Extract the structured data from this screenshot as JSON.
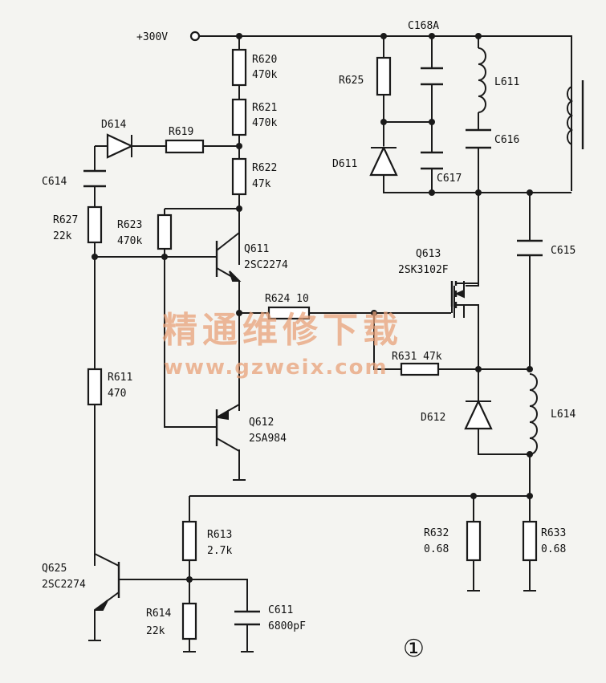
{
  "labels": {
    "v300": "+300V",
    "c168a": "C168A",
    "r620": "R620",
    "r620_val": "470k",
    "r621": "R621",
    "r621_val": "470k",
    "r622": "R622",
    "r622_val": "47k",
    "d614": "D614",
    "r619": "R619",
    "c614": "C614",
    "r627": "R627",
    "r627_val": "22k",
    "r623": "R623",
    "r623_val": "470k",
    "q611": "Q611",
    "q611_type": "2SC2274",
    "r625": "R625",
    "l611": "L611",
    "c616": "C616",
    "d611": "D611",
    "c617": "C617",
    "c615": "C615",
    "q613": "Q613",
    "q613_type": "2SK3102F",
    "r624": "R624  10",
    "r631": "R631  47k",
    "d612": "D612",
    "l614": "L614",
    "r611": "R611",
    "r611_val": "470",
    "q612": "Q612",
    "q612_type": "2SA984",
    "r613": "R613",
    "r613_val": "2.7k",
    "r632": "R632",
    "r632_val": "0.68",
    "r633": "R633",
    "r633_val": "0.68",
    "q625": "Q625",
    "q625_type": "2SC2274",
    "r614": "R614",
    "r614_val": "22k",
    "c611": "C611",
    "c611_val": "6800pF"
  },
  "figure_number": "①",
  "watermark": {
    "title": "精通维修下载",
    "url": "www.gzweix.com"
  }
}
